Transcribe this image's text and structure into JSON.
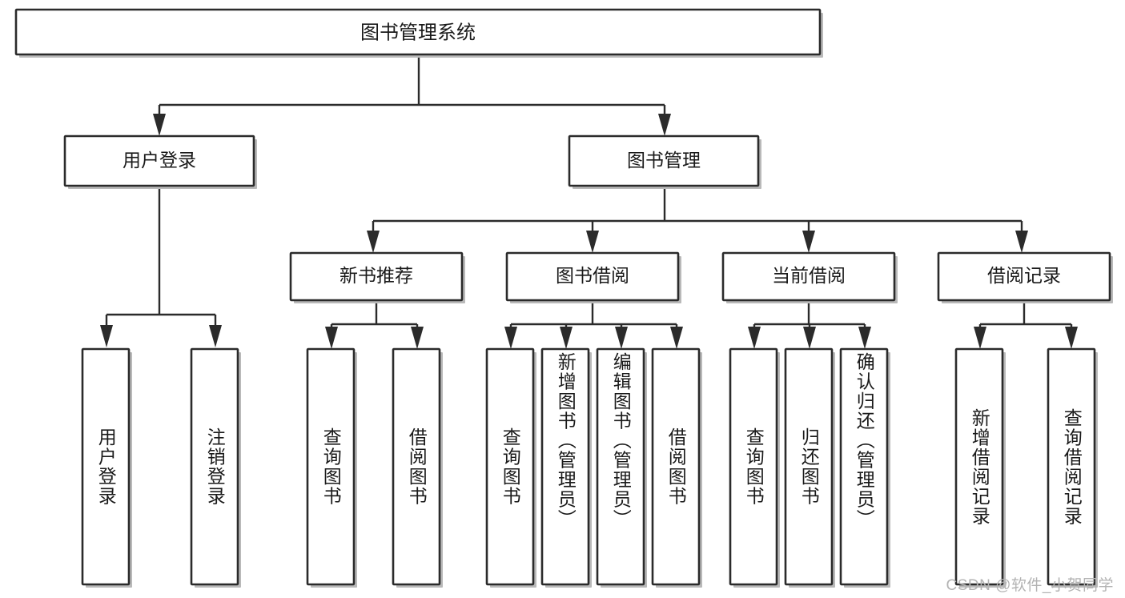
{
  "diagram": {
    "type": "tree-hierarchy",
    "title": "图书管理系统",
    "root": {
      "id": "root",
      "label": "图书管理系统"
    },
    "level2": [
      {
        "id": "user-login",
        "label": "用户登录"
      },
      {
        "id": "book-management",
        "label": "图书管理"
      }
    ],
    "level3": [
      {
        "id": "new-book-recommend",
        "label": "新书推荐",
        "parent": "book-management"
      },
      {
        "id": "book-borrow",
        "label": "图书借阅",
        "parent": "book-management"
      },
      {
        "id": "current-borrow",
        "label": "当前借阅",
        "parent": "book-management"
      },
      {
        "id": "borrow-record",
        "label": "借阅记录",
        "parent": "book-management"
      }
    ],
    "leaves": [
      {
        "id": "leaf-user-login",
        "label": "用户登录",
        "parent": "user-login"
      },
      {
        "id": "leaf-logout-login",
        "label": "注销登录",
        "parent": "user-login"
      },
      {
        "id": "leaf-query-book-1",
        "label": "查询图书",
        "parent": "new-book-recommend"
      },
      {
        "id": "leaf-borrow-book-1",
        "label": "借阅图书",
        "parent": "new-book-recommend"
      },
      {
        "id": "leaf-query-book-2",
        "label": "查询图书",
        "parent": "book-borrow"
      },
      {
        "id": "leaf-add-book",
        "label": "新增图书（管理员）",
        "parent": "book-borrow"
      },
      {
        "id": "leaf-edit-book",
        "label": "编辑图书（管理员）",
        "parent": "book-borrow"
      },
      {
        "id": "leaf-borrow-book-2",
        "label": "借阅图书",
        "parent": "book-borrow"
      },
      {
        "id": "leaf-query-book-3",
        "label": "查询图书",
        "parent": "current-borrow"
      },
      {
        "id": "leaf-return-book",
        "label": "归还图书",
        "parent": "current-borrow"
      },
      {
        "id": "leaf-confirm-return",
        "label": "确认归还（管理员）",
        "parent": "current-borrow"
      },
      {
        "id": "leaf-add-record",
        "label": "新增借阅记录",
        "parent": "borrow-record"
      },
      {
        "id": "leaf-query-record",
        "label": "查询借阅记录",
        "parent": "borrow-record"
      }
    ]
  },
  "watermark": {
    "text": "CSDN @软件_小贺同学"
  },
  "colors": {
    "box_stroke": "#2b2b2b",
    "box_fill": "#ffffff",
    "connector": "#2b2b2b",
    "text": "#1a1a1a",
    "watermark": "#b3b3b3",
    "background": "#ffffff"
  }
}
